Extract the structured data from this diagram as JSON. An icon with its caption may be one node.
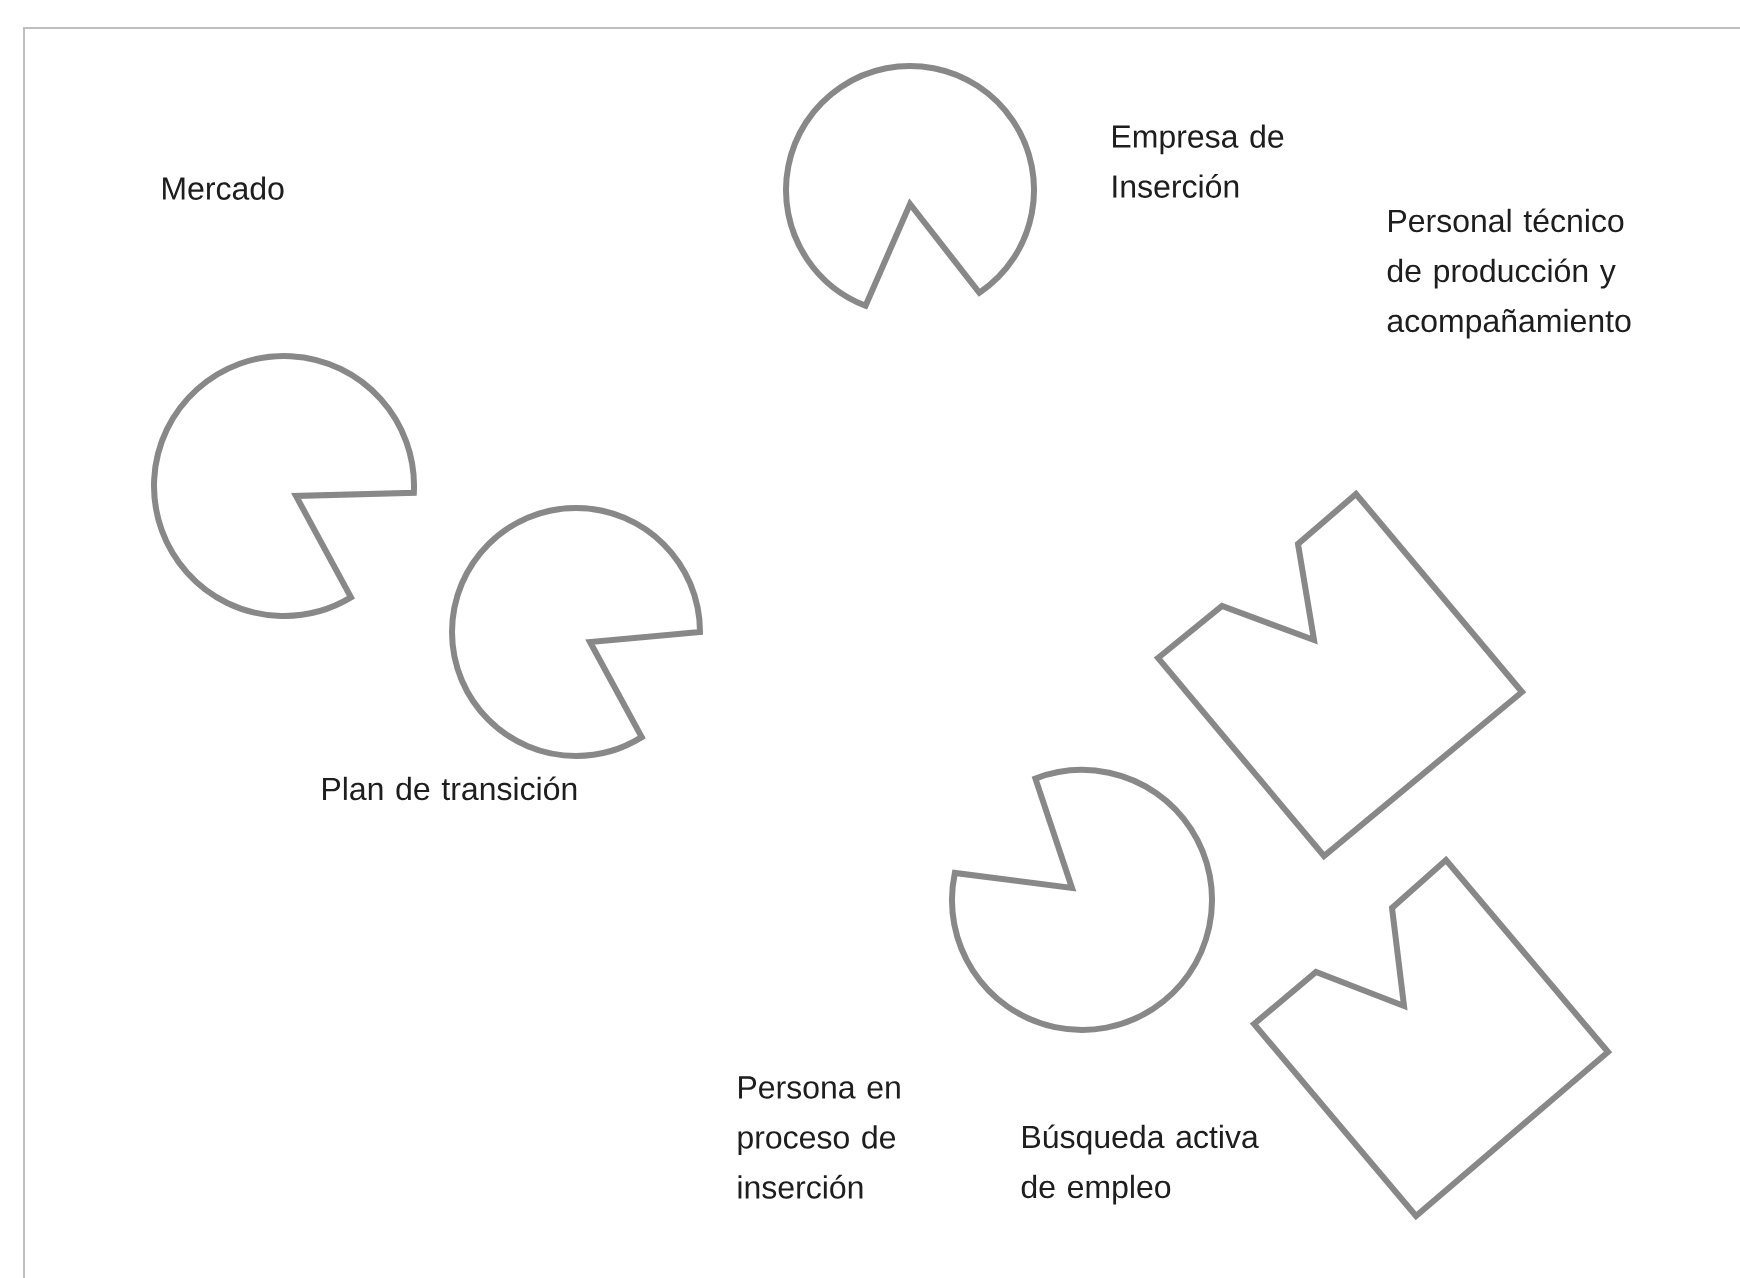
{
  "diagram": {
    "nodes": [
      {
        "text": [
          "Empresa de Inserción"
        ]
      },
      {
        "text": [
          "Mercado"
        ]
      },
      {
        "text": [
          "Personal técnico de producción y acompañamiento"
        ]
      },
      {
        "text": [
          "Plan de transición"
        ]
      },
      {
        "text": [
          "Persona en proceso de inserción"
        ]
      },
      {
        "text": [
          "Búsqueda activa de empleo"
        ]
      }
    ]
  }
}
